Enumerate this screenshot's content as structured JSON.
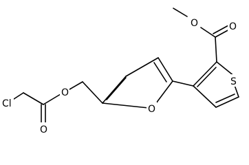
{
  "atoms": {
    "cl": "Cl",
    "o_carbonyl": "O",
    "o_ester_link": "O",
    "o_furan": "O",
    "s_thiophene": "S",
    "o_ester_carbonyl": "O",
    "o_methoxy": "O"
  }
}
